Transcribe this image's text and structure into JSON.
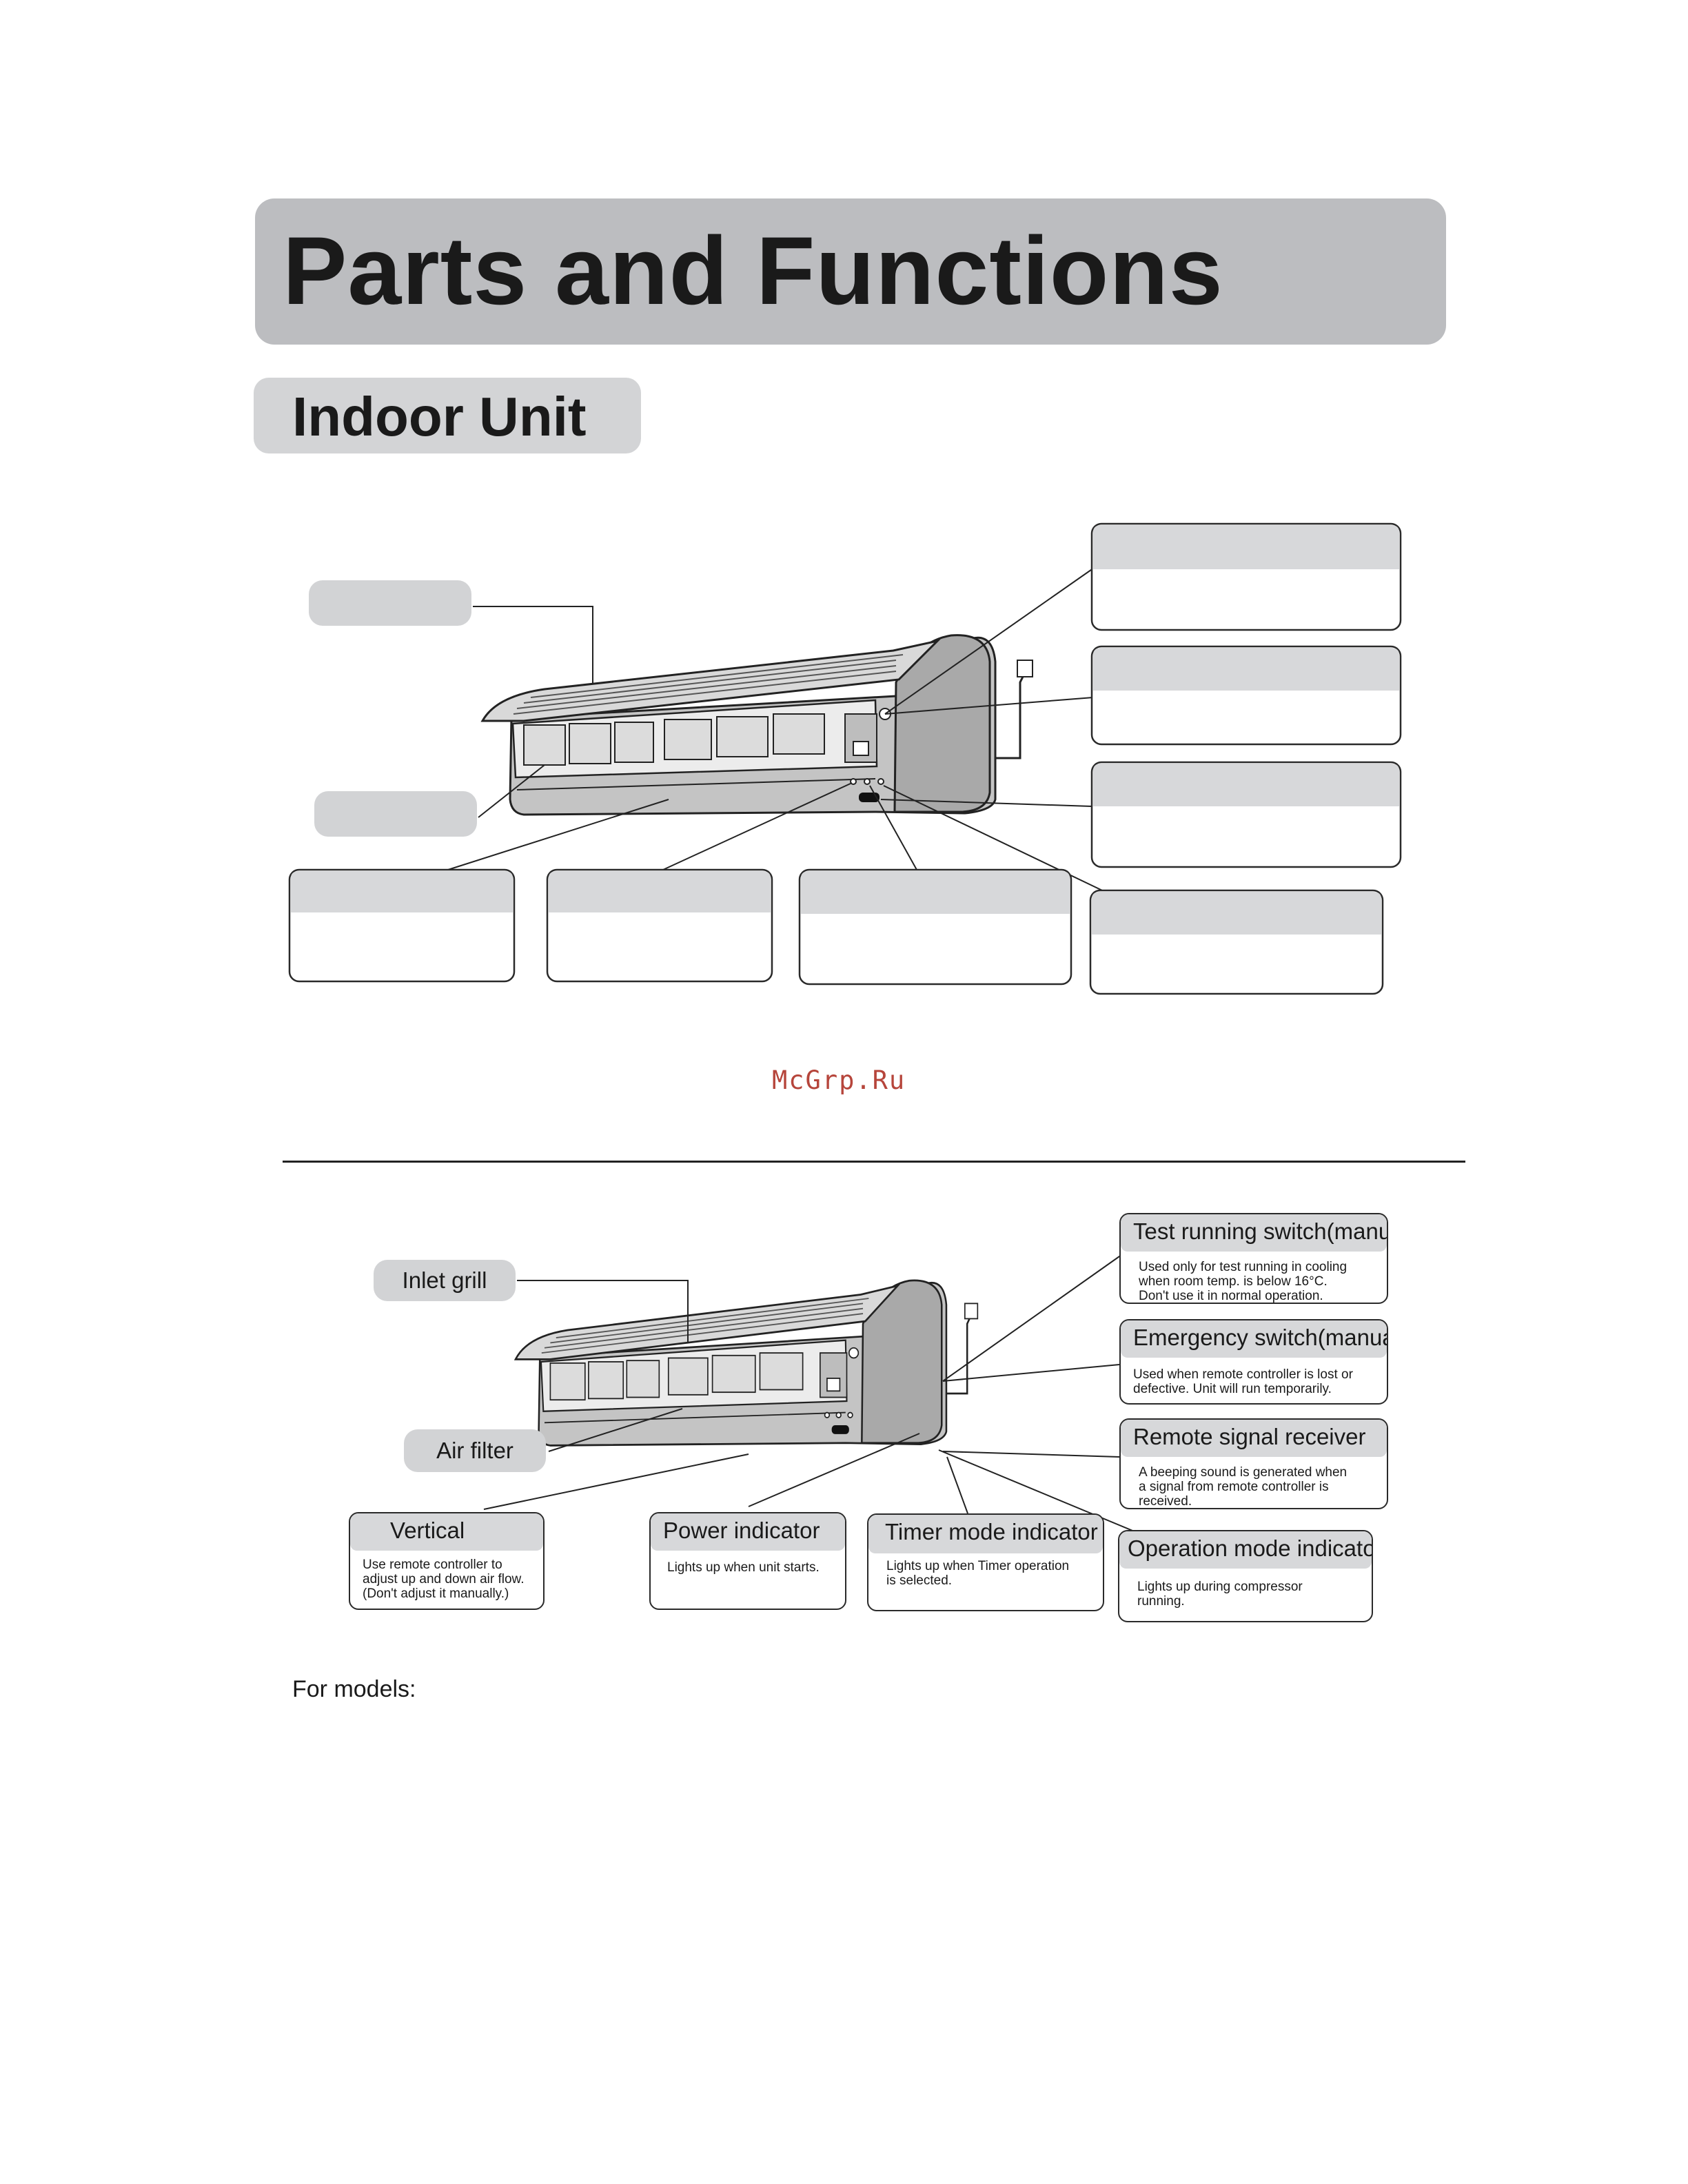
{
  "page": {
    "title": "Parts and Functions",
    "section": "Indoor Unit",
    "watermark": "McGrp.Ru",
    "footer_text": "For models:"
  },
  "labels": {
    "inlet_grill": "Inlet grill",
    "air_filter": "Air filter"
  },
  "callouts": {
    "test_running": {
      "title": "Test running switch(manual)",
      "desc": "Used only for test running in cooling\nwhen room temp.  is below 16°C.\nDon't use it in normal operation."
    },
    "emergency": {
      "title": "Emergency switch(manual)",
      "desc": "Used when remote controller is lost or\ndefective. Unit will run temporarily."
    },
    "remote_signal": {
      "title": "Remote signal receiver",
      "desc": "A beeping sound is generated when\na signal from remote controller is\nreceived."
    },
    "vertical": {
      "title": "Vertical",
      "desc": "Use remote controller to\nadjust up and down air flow.\n(Don't adjust it manually.)"
    },
    "power_indicator": {
      "title": "Power indicator",
      "desc": "Lights up when unit starts."
    },
    "timer_mode": {
      "title": "Timer mode indicator",
      "desc": "Lights up when Timer operation\nis selected."
    },
    "operation_mode": {
      "title": "Operation mode indicator",
      "desc": "Lights up during compressor\nrunning."
    }
  },
  "colors": {
    "banner": "#bcbdc0",
    "header_fill": "#d7d8da",
    "watermark": "#b6453b",
    "unit_body": "#bdbdbd"
  }
}
